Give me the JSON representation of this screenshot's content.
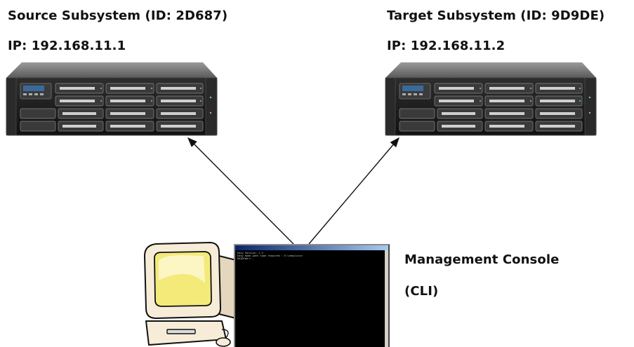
{
  "source": {
    "title": "Source Subsystem (ID: 2D687)",
    "ip": "IP: 192.168.11.1"
  },
  "target": {
    "title": "Target Subsystem (ID: 9D9DE)",
    "ip": "IP: 192.168.11.2"
  },
  "console": {
    "label": "Management Console",
    "sub_label": "(CLI)",
    "terminal_lines": [
      "Easy Version: 1.3",
      "Easy mode path type required : E:\\easy\\scs>",
      "RAIDCmd:> _"
    ]
  },
  "icons": [
    "storage-array-icon",
    "storage-array-icon",
    "pc-computer-icon",
    "terminal-window-icon"
  ],
  "colors": {
    "chassis": "#1b1b1b",
    "monitor_body": "#f6ecd8",
    "monitor_screen": "#f4ea7a",
    "terminal_bg": "#000000"
  }
}
